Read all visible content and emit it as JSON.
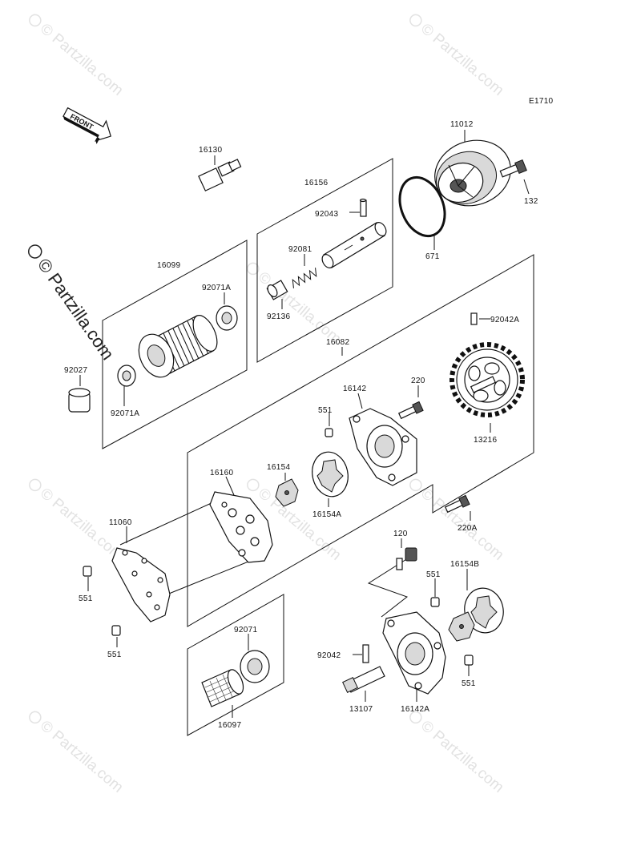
{
  "diagram": {
    "ref_code": "E1710",
    "front_arrow_label": "FRONT",
    "watermark_text": "© Partzilla.com",
    "labels": {
      "p16130": "16130",
      "p16156": "16156",
      "p11012": "11012",
      "p132": "132",
      "p92043": "92043",
      "p92081": "92081",
      "p92136": "92136",
      "p671": "671",
      "p16099": "16099",
      "p92071A_top": "92071A",
      "p92071A_bot": "92071A",
      "p92027": "92027",
      "p16082": "16082",
      "p92042A": "92042A",
      "p220": "220",
      "p16142": "16142",
      "p551_a": "551",
      "p13216": "13216",
      "p16160": "16160",
      "p16154": "16154",
      "p16154A": "16154A",
      "p11060": "11060",
      "p220A": "220A",
      "p551_b": "551",
      "p120": "120",
      "p551_c": "551",
      "p16154B": "16154B",
      "p551_d": "551",
      "p92071": "92071",
      "p92042": "92042",
      "p551_e": "551",
      "p13107": "13107",
      "p16142A": "16142A",
      "p16097": "16097"
    }
  }
}
